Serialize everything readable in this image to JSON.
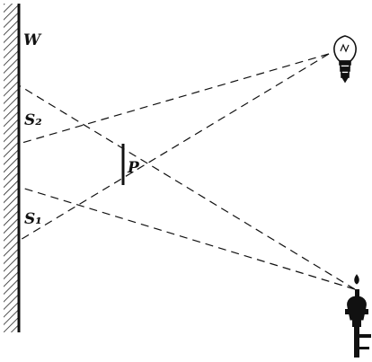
{
  "labels": {
    "wall": "W",
    "shadow_upper": "S₂",
    "shadow_lower": "S₁",
    "object": "P"
  },
  "icons": {
    "light_source_1": "light-bulb-icon",
    "light_source_2": "candle-lamp-icon"
  }
}
